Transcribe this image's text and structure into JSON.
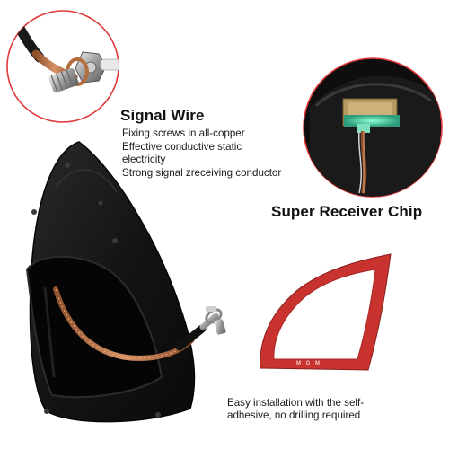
{
  "signal_wire": {
    "title": "Signal Wire",
    "lines": [
      "Fixing screws in all-copper",
      "Effective conductive static",
      "electricity",
      "Strong signal zreceiving conductor"
    ]
  },
  "receiver_chip": {
    "title": "Super Receiver Chip"
  },
  "installation": {
    "text": "Easy installation with the self-adhesive, no drilling required"
  },
  "pad": {
    "watermark": "M G M"
  },
  "colors": {
    "accent_red": "#d9242c",
    "callout_outline": "#e03a3a",
    "antenna_body": "#141414",
    "pad_red": "#c8332f",
    "copper": "#c47a4e"
  }
}
